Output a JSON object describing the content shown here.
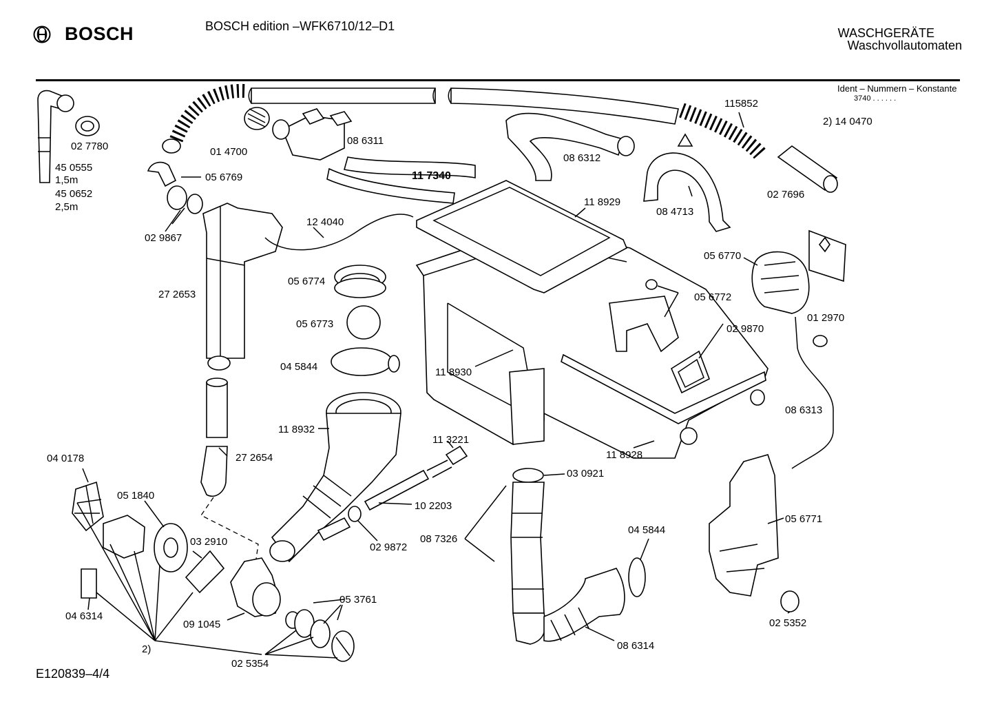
{
  "header": {
    "brand": "BOSCH",
    "model": "BOSCH edition –WFK6710/12–D1",
    "category_line1": "WASCHGERÄTE",
    "category_line2": "Waschvollautomaten",
    "ident_title": "Ident – Nummern – Konstante",
    "ident_value": "3740 . .   . . . ."
  },
  "footer": {
    "code": "E120839–4/4"
  },
  "labels": [
    "02 7780",
    "45 0555",
    "1,5m",
    "45 0652",
    "2,5m",
    "01 4700",
    "08 6311",
    "05 6769",
    "11 7340",
    "08 6312",
    "115852",
    "2)  14 0470",
    "08 4713",
    "02 7696",
    "02 9867",
    "12 4040",
    "11 8929",
    "27 2653",
    "05 6774",
    "05 6773",
    "05 6770",
    "05 6772",
    "01 2970",
    "02 9870",
    "04 5844",
    "11 8930",
    "08 6313",
    "11 8932",
    "11 3221",
    "27 2654",
    "04 0178",
    "05 1840",
    "11 8928",
    "03 0921",
    "10 2203",
    "03 2910",
    "08 7326",
    "02 9872",
    "04 5844",
    "05 6771",
    "05 3761",
    "04 6314",
    "09 1045",
    "2)",
    "02 5354",
    "08 6314",
    "02 5352"
  ]
}
